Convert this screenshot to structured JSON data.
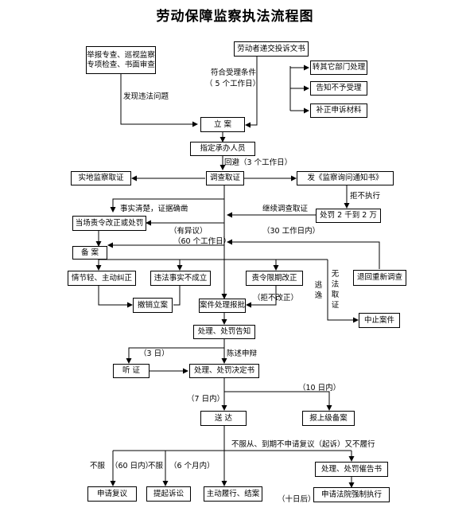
{
  "title": "劳动保障监察执法流程图",
  "boxes": {
    "sources": "举报专查、巡视监察 专项检查、书面审查",
    "complaint": "劳动者递交投诉文书",
    "transfer": "转其它部门处理",
    "notify_reject": "告知不予受理",
    "supplement": "补正申诉材料",
    "case_filing": "立 案",
    "assign": "指定承办人员",
    "investigate": "调查取证",
    "onsite": "实地监察取证",
    "inquiry_notice": "发《监察询问通知书》",
    "fine": "处罚 2 千到 2 万",
    "order_correct": "当场责令改正或处罚",
    "record": "备 案",
    "minor": "情节轻、主动纠正",
    "violation_unfounded": "违法事实不成立",
    "order_deadline": "责令限期改正",
    "reinvestigate": "退回重新调查",
    "cancel_case": "撤销立案",
    "case_approval": "案件处理报批",
    "terminate": "中止案件",
    "decision_notice": "处理、处罚告知",
    "hearing": "听 证",
    "decision_doc": "处理、处罚决定书",
    "deliver": "送 达",
    "report_superior": "报上级备案",
    "demand_notice": "处理、处罚催告书",
    "apply_review": "申请复议",
    "file_lawsuit": "提起诉讼",
    "comply": "主动履行、结案",
    "court_enforce": "申请法院强制执行"
  },
  "labels": {
    "accept_cond": "符合受理条件",
    "five_days": "（ 5 个工作日）",
    "violation_found": "发现违法问题",
    "recuse": "回避（3 个工作日）",
    "refuse_exec": "拒不执行",
    "facts_clear": "事实清楚，证据确凿",
    "continue_inv": "继续调查取证",
    "objection": "（有异议）",
    "thirty_days": "（30 工作日内）",
    "sixty_days": "（60 个工作日）",
    "refuse_correct": "（拒不改正）",
    "flee": "逃逸",
    "no_evidence": "无法取证",
    "three_days": "（3 日）",
    "defense": "陈述申辩",
    "seven_days": "（7 日内）",
    "ten_days_in": "（10 日内）",
    "not_comply": "不服从、到期不申请复议（起诉）又不履行",
    "not_accept1": "不服",
    "sixty_in": "（60 日内）",
    "not_accept2": "不服",
    "six_months": "（6 个月内）",
    "ten_days_after": "（十日后）"
  }
}
